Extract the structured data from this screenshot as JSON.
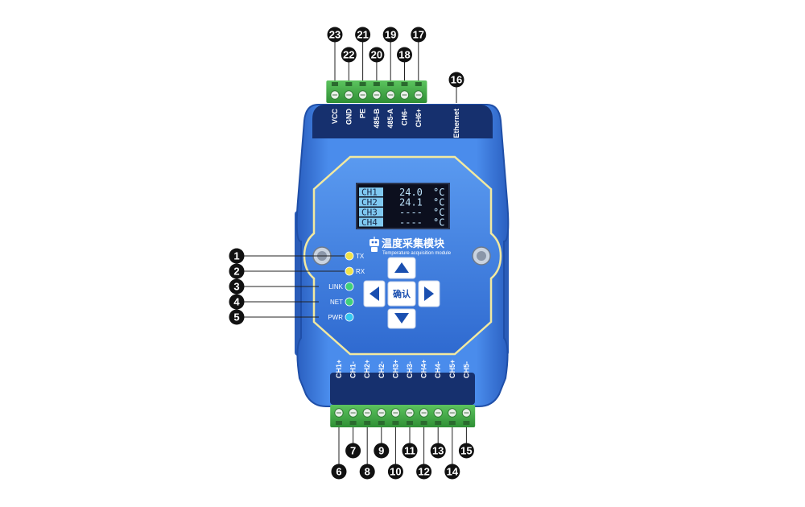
{
  "device": {
    "title_cn": "温度采集模块",
    "title_en": "Temperature acquisition module",
    "confirm_label": "确认"
  },
  "lcd": {
    "unit": "°C",
    "rows": [
      {
        "channel": "CH1",
        "value": "24.0"
      },
      {
        "channel": "CH2",
        "value": "24.1"
      },
      {
        "channel": "CH3",
        "value": "----"
      },
      {
        "channel": "CH4",
        "value": "----"
      }
    ]
  },
  "top_terminals": [
    "VCC",
    "GND",
    "PE",
    "485-B",
    "485-A",
    "CH6-",
    "CH6+"
  ],
  "top_ethernet": "Ethernet",
  "bottom_terminals": [
    "CH1+",
    "CH1-",
    "CH2+",
    "CH2-",
    "CH3+",
    "CH3-",
    "CH4+",
    "CH4-",
    "CH5+",
    "CH5-"
  ],
  "leds": [
    {
      "label": "TX",
      "color": "#f0e24a"
    },
    {
      "label": "RX",
      "color": "#f0e24a"
    },
    {
      "label": "LINK",
      "color": "#3fd07a"
    },
    {
      "label": "NET",
      "color": "#3fd07a"
    },
    {
      "label": "PWR",
      "color": "#35c8f0"
    }
  ],
  "callouts": {
    "top": [
      "23",
      "22",
      "21",
      "20",
      "19",
      "18",
      "17",
      "16"
    ],
    "left": [
      "1",
      "2",
      "3",
      "4",
      "5"
    ],
    "bottom": [
      "6",
      "7",
      "8",
      "9",
      "10",
      "11",
      "12",
      "13",
      "14",
      "15"
    ]
  },
  "colors": {
    "body": "#3a78d8",
    "body_dark": "#1f4fa8",
    "label_band": "#16306e",
    "terminal_green": "#46b04a",
    "outline_yellow": "#f2e9a0",
    "callout": "#111111"
  }
}
